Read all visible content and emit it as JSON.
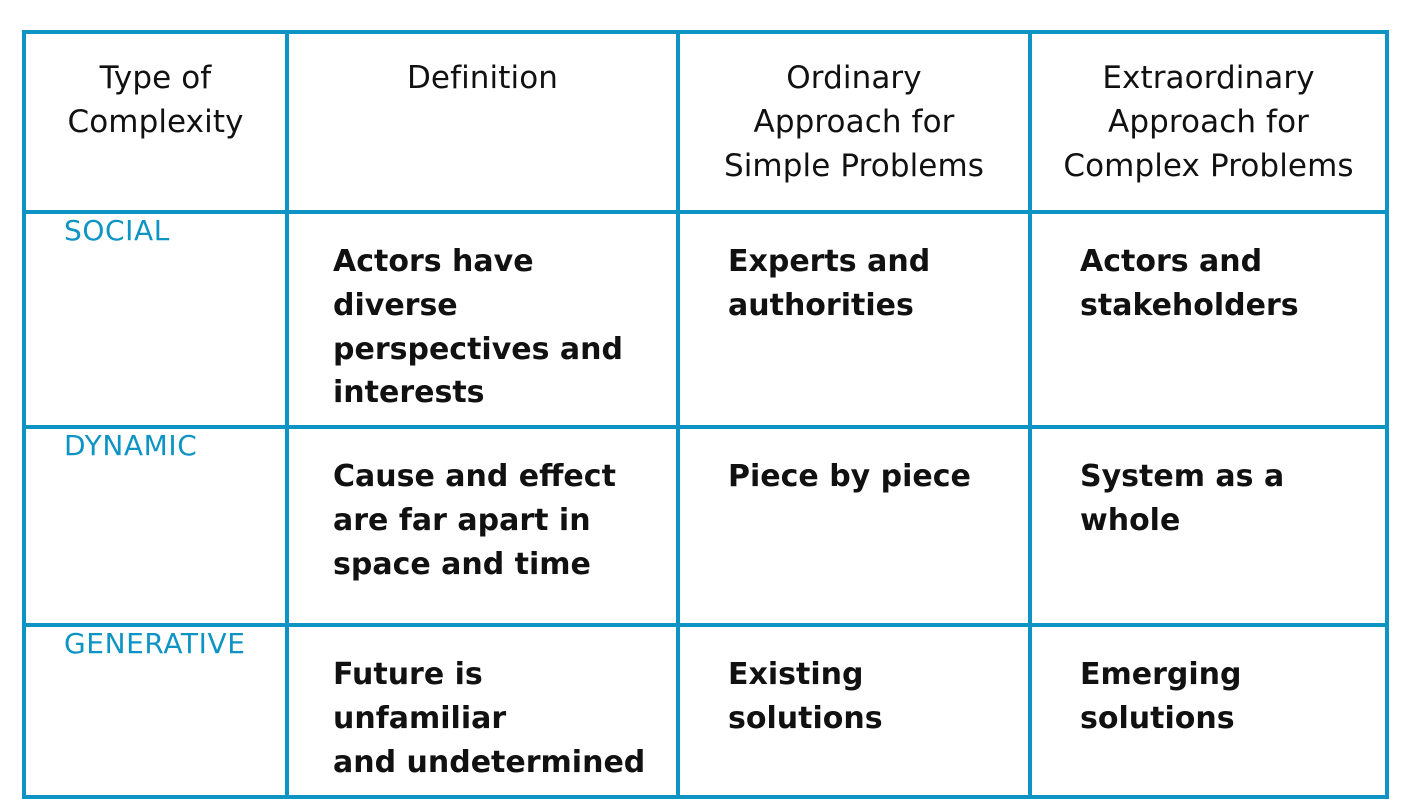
{
  "accent_color": "#0e94c4",
  "text_color": "#111111",
  "background_color": "#ffffff",
  "table": {
    "name": "types-of-complexity-table",
    "columns": [
      {
        "key": "type",
        "header": "Type of\nComplexity"
      },
      {
        "key": "definition",
        "header": "Definition"
      },
      {
        "key": "ordinary",
        "header": "Ordinary\nApproach for\nSimple Problems"
      },
      {
        "key": "extraordinary",
        "header": "Extraordinary\nApproach for\nComplex Problems"
      }
    ],
    "rows": [
      {
        "type": "SOCIAL",
        "definition": "Actors have diverse\nperspectives and\ninterests",
        "ordinary": "Experts and\nauthorities",
        "extraordinary": "Actors and\nstakeholders"
      },
      {
        "type": "DYNAMIC",
        "definition": "Cause and effect\nare far apart in\nspace and time",
        "ordinary": "Piece by piece",
        "extraordinary": "System as a\nwhole"
      },
      {
        "type": "GENERATIVE",
        "definition": "Future is unfamiliar\nand undetermined",
        "ordinary": "Existing\nsolutions",
        "extraordinary": "Emerging\nsolutions"
      }
    ]
  }
}
